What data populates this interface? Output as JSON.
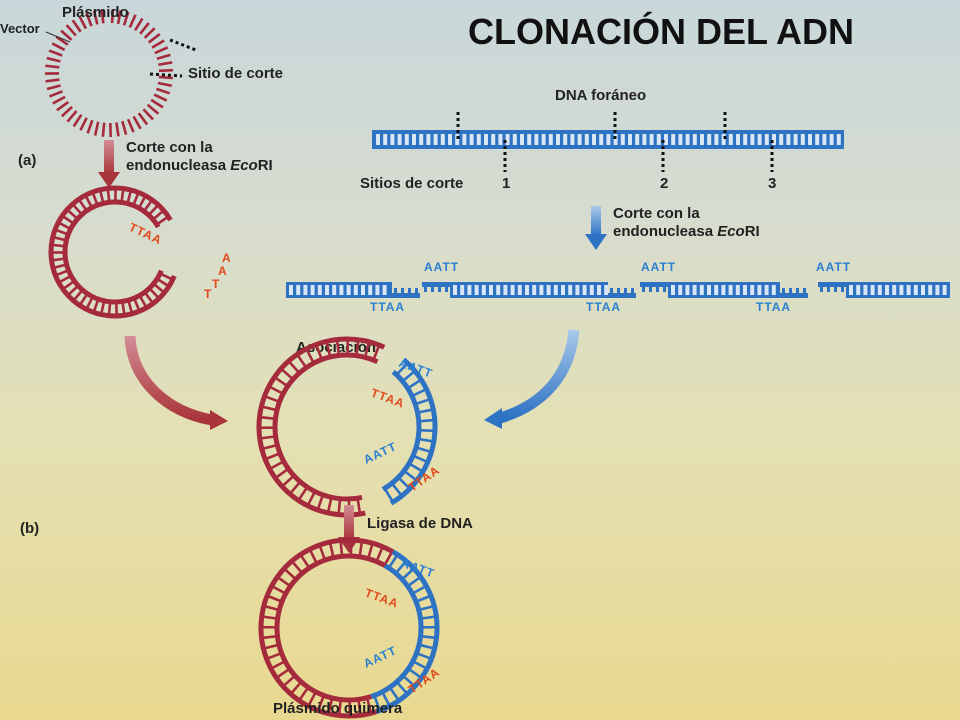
{
  "title": "CLONACIÓN DEL ADN",
  "labels": {
    "vector": "Vector",
    "plasmid": "Plásmido",
    "cut_site": "Sitio de corte",
    "foreign_dna": "DNA foráneo",
    "cut_sites": "Sitios de corte",
    "site_1": "1",
    "site_2": "2",
    "site_3": "3",
    "cut_line1": "Corte con la",
    "cut_line2_prefix": "endonucleasa ",
    "enzyme_italic": "Eco",
    "enzyme_rest": "RI",
    "association": "Asociación",
    "ligase": "Ligasa de DNA",
    "chimera": "Plásmido quimera",
    "panel_a": "(a)",
    "panel_b": "(b)"
  },
  "sequences": {
    "aatt": "AATT",
    "ttaa": "TTAA",
    "a": "A",
    "t": "T"
  },
  "colors": {
    "plasmid_red": "#a52a3c",
    "dna_blue": "#2e72c4",
    "arrow_red": "#a8353a",
    "arrow_blue": "#2e72c4",
    "seq_red": "#e04a1c",
    "seq_blue": "#2a7fd0"
  }
}
